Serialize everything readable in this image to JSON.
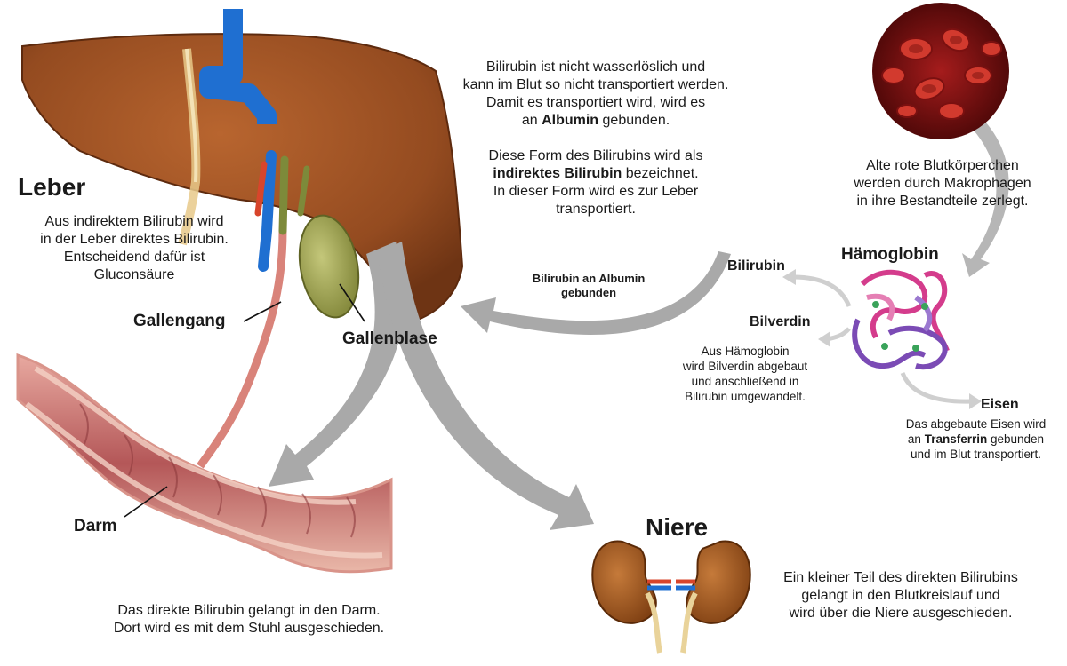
{
  "colors": {
    "liver": "#9c5023",
    "liver_dark": "#6e3414",
    "vein": "#1f6fd1",
    "artery": "#d8452b",
    "gallbladder": "#9ba04a",
    "bile_duct": "#7d8a3a",
    "intestine": "#c46a6a",
    "intestine_light": "#e9b7a8",
    "kidney": "#a25a23",
    "arrow": "#a9a9a9",
    "hemoglobin_pink": "#d43c8c",
    "hemoglobin_purple": "#7b4bb5",
    "blood_bg": "#7a1010",
    "rbc": "#d23a2e"
  },
  "labels": {
    "leber_title": "Leber",
    "leber_desc": [
      "Aus indirektem Bilirubin wird",
      "in der Leber direktes Bilirubin.",
      "Entscheidend dafür ist",
      "Gluconsäure"
    ],
    "gallengang": "Gallengang",
    "gallenblase": "Gallenblase",
    "darm": "Darm",
    "darm_desc": [
      "Das direkte Bilirubin gelangt in den Darm.",
      "Dort wird es mit dem Stuhl ausgeschieden."
    ],
    "niere_title": "Niere",
    "niere_desc": [
      "Ein kleiner Teil des direkten Bilirubins",
      "gelangt in den Blutkreislauf und",
      "wird über die Niere ausgeschieden."
    ],
    "albumin_block": {
      "l1": "Bilirubin ist nicht wasserlöslich und",
      "l2": "kann im Blut so nicht transportiert werden.",
      "l3": "Damit es transportiert wird, wird es",
      "l4_pre": "an ",
      "l4_bold": "Albumin",
      "l4_post": " gebunden.",
      "l5": "Diese Form des Bilirubins wird als",
      "l6_bold": "indirektes Bilirubin",
      "l6_post": " bezeichnet.",
      "l7": "In dieser Form wird es zur Leber",
      "l8": "transportiert."
    },
    "arrow_label": [
      "Bilirubin an Albumin",
      "gebunden"
    ],
    "rbc_desc": [
      "Alte rote Blutkörperchen",
      "werden durch Makrophagen",
      "in ihre Bestandteile zerlegt."
    ],
    "haemoglobin": "Hämoglobin",
    "bilirubin": "Bilirubin",
    "bilverdin": "Bilverdin",
    "bilverdin_desc": [
      "Aus Hämoglobin",
      "wird Bilverdin abgebaut",
      "und anschließend in",
      "Bilirubin umgewandelt."
    ],
    "eisen": "Eisen",
    "eisen_desc": {
      "l1": "Das abgebaute Eisen wird",
      "l2_pre": "an ",
      "l2_bold": "Transferrin",
      "l2_post": " gebunden",
      "l3": "und im Blut transportiert."
    }
  }
}
